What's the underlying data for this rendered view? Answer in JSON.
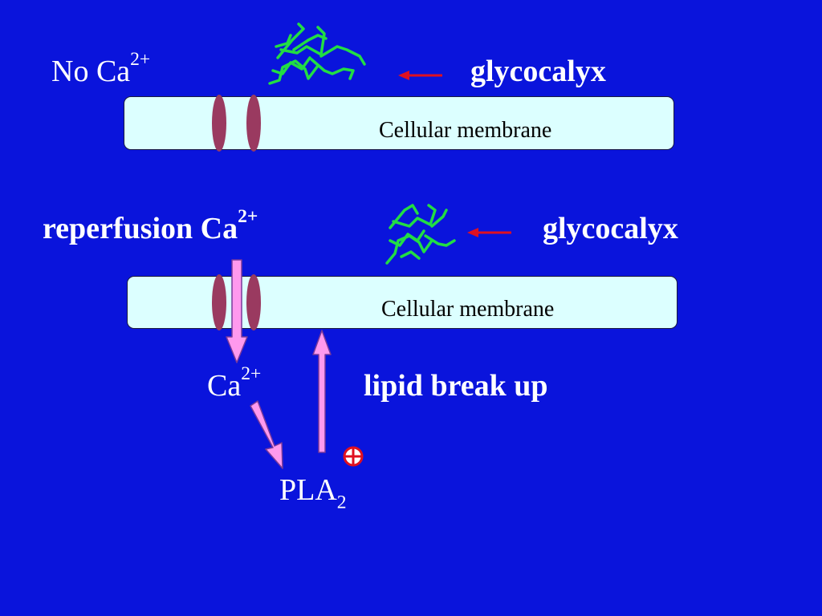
{
  "top": {
    "condition": "No  Ca",
    "condition_sup": "2+",
    "glycocalyx_label": "glycocalyx",
    "membrane_label": "Cellular  membrane"
  },
  "bottom": {
    "condition": "reperfusion Ca",
    "condition_sup": "2+",
    "glycocalyx_label": "glycocalyx",
    "membrane_label": "Cellular  membrane",
    "influx_ion": "Ca",
    "influx_ion_sup": "2+",
    "effect_label": "lipid break up",
    "enzyme": "PLA",
    "enzyme_sub": "2"
  },
  "colors": {
    "background": "#0a14dc",
    "membrane_fill": "#dcffff",
    "channel": "#9a3a60",
    "glycocalyx_strands": "#22dd44",
    "pointer_arrow": "#e01020",
    "flow_arrows": "#ff99ee",
    "activation_symbol": "#e01020"
  },
  "icons": {
    "activation": "circled-plus-icon"
  }
}
